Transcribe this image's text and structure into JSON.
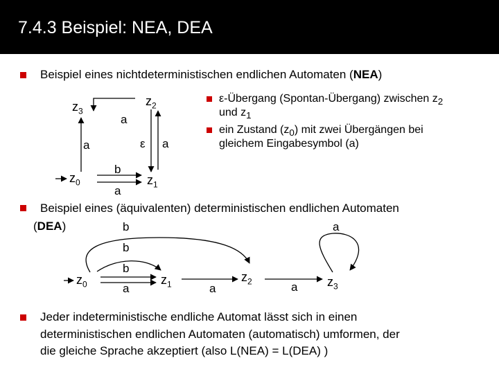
{
  "slide": {
    "title": "7.4.3 Beispiel: NEA, DEA"
  },
  "colors": {
    "bullet": "#cc0000",
    "title_bg": "#000000",
    "title_text": "#ffffff"
  },
  "bullets": {
    "b1": {
      "pre": "Beispiel eines nichtdeterministischen endlichen Automaten (",
      "bold": "NEA",
      "post": ")"
    },
    "b2_line1": {
      "pre": "Beispiel eines (äquivalenten) deterministischen endlichen Automaten"
    },
    "b2_line2": {
      "pre": "(",
      "bold": "DEA",
      "post": ")"
    },
    "b3_lines": [
      "Jeder indeterministische endliche Automat lässt sich in einen",
      "deterministischen endlichen Automaten (automatisch) umformen, der",
      "die gleiche Sprache akzeptiert (also L(NEA) = L(DEA) )"
    ]
  },
  "side_notes": {
    "n1": {
      "eps": "ε",
      "pre": "-Übergang (Spontan-Übergang) zwischen z",
      "sub1": "2",
      "line2": "und z",
      "sub2": "1"
    },
    "n2": {
      "pre": "ein Zustand (z",
      "sub": "0",
      "post": ") mit zwei Übergängen bei",
      "line2": "gleichem Eingabesymbol (a)"
    }
  },
  "nea": {
    "states": [
      {
        "name": "z",
        "sub": "3"
      },
      {
        "name": "z",
        "sub": "2"
      },
      {
        "name": "z",
        "sub": "0"
      },
      {
        "name": "z",
        "sub": "1"
      }
    ],
    "labels": {
      "z2_z3": "a",
      "z0_z3": "a",
      "eps": "ε",
      "z1_z2": "a",
      "z0_z1_b": "b",
      "z0_z1_a": "a"
    }
  },
  "dea": {
    "states": [
      {
        "name": "z",
        "sub": "0"
      },
      {
        "name": "z",
        "sub": "1"
      },
      {
        "name": "z",
        "sub": "2"
      },
      {
        "name": "z",
        "sub": "3"
      }
    ],
    "labels": {
      "top_b": "b",
      "top_a": "a",
      "mid_b": "b",
      "low_b": "b",
      "z0_z1": "a",
      "z1_z2": "a",
      "z2_z3": "a"
    }
  }
}
